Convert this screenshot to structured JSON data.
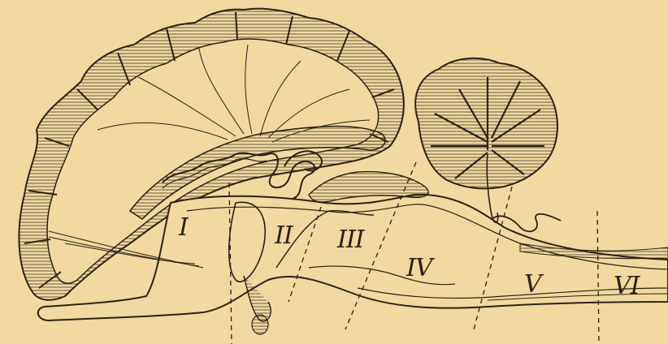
{
  "figure": {
    "background": "#f1d99f",
    "ink": "#2a2216",
    "region_labels": [
      {
        "id": "I",
        "text": "I"
      },
      {
        "id": "II",
        "text": "II"
      },
      {
        "id": "III",
        "text": "III"
      },
      {
        "id": "IV",
        "text": "IV"
      },
      {
        "id": "V",
        "text": "V"
      },
      {
        "id": "VI",
        "text": "VI"
      }
    ]
  }
}
